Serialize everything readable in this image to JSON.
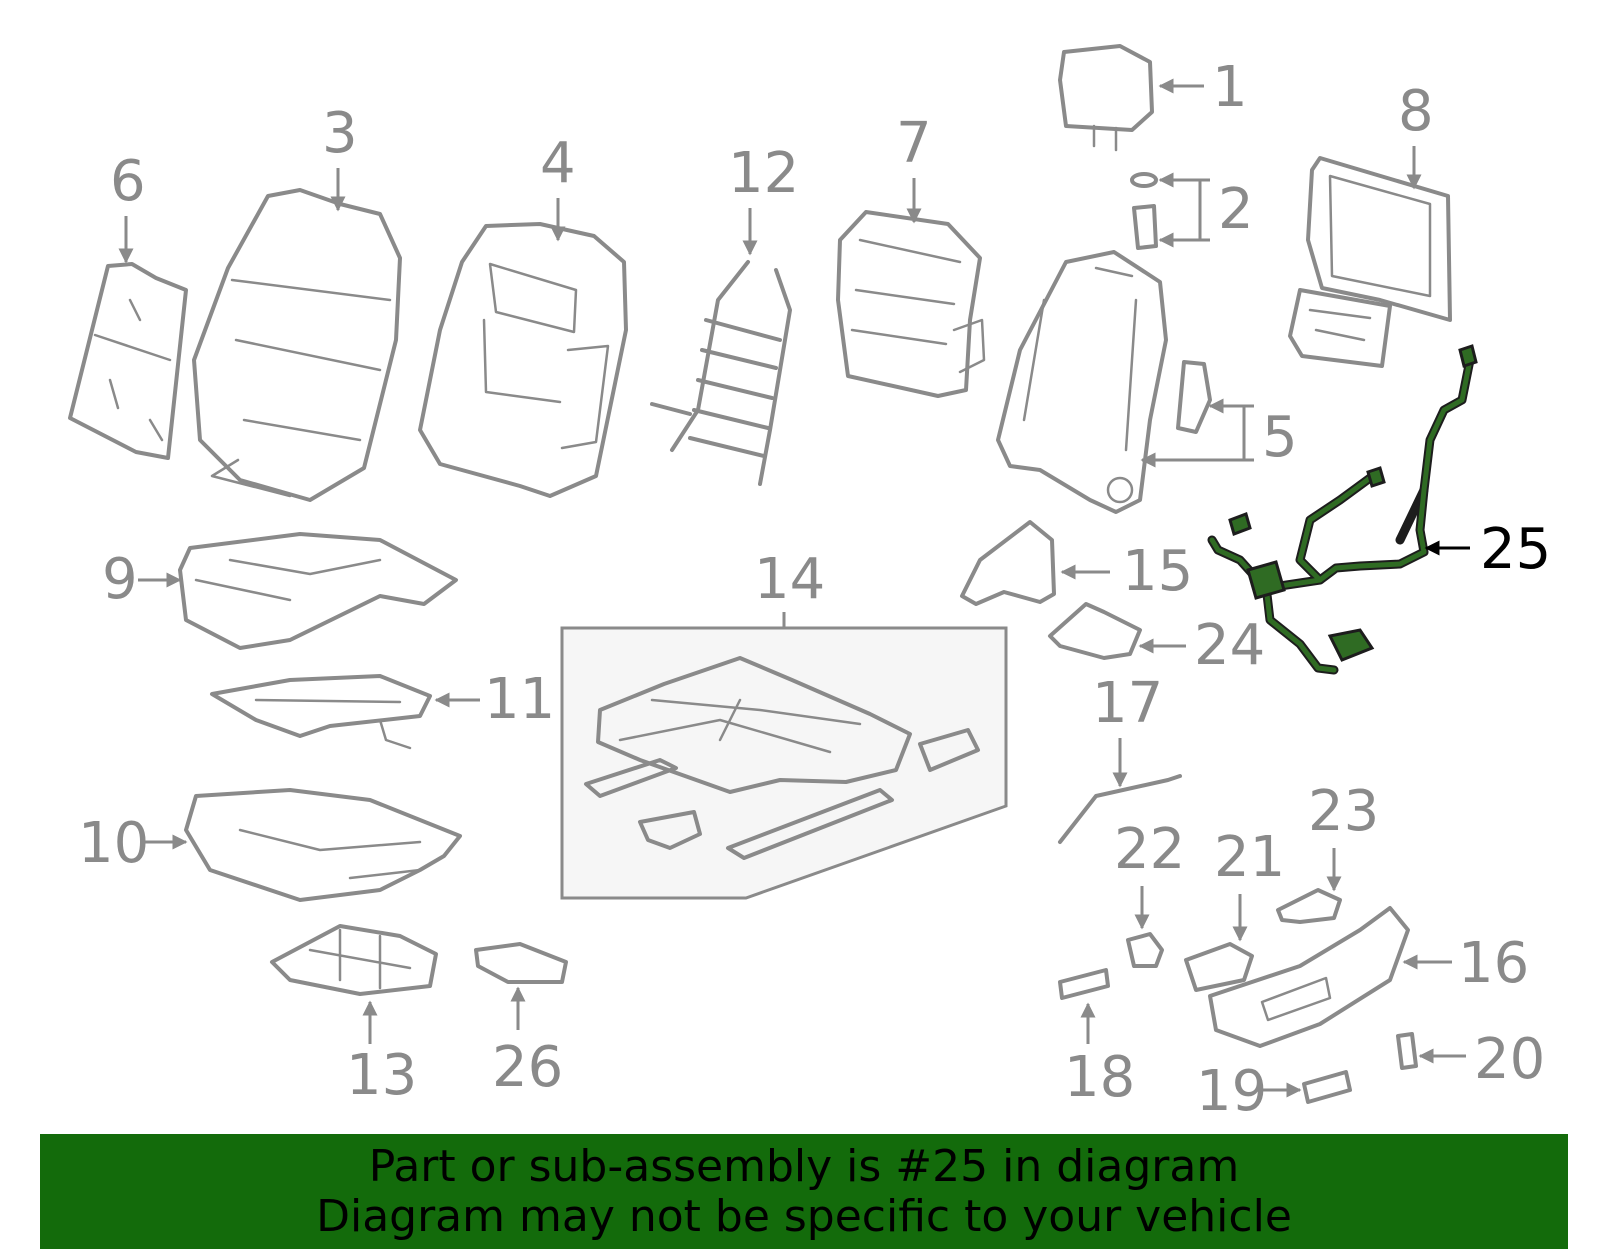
{
  "diagram": {
    "highlighted_part": "25",
    "callouts": {
      "c1": "1",
      "c2": "2",
      "c3": "3",
      "c4": "4",
      "c5": "5",
      "c6": "6",
      "c7": "7",
      "c8": "8",
      "c9": "9",
      "c10": "10",
      "c11": "11",
      "c12": "12",
      "c13": "13",
      "c14": "14",
      "c15": "15",
      "c16": "16",
      "c17": "17",
      "c18": "18",
      "c19": "19",
      "c20": "20",
      "c21": "21",
      "c22": "22",
      "c23": "23",
      "c24": "24",
      "c25": "25",
      "c26": "26"
    },
    "colors": {
      "line_art": "#8a8a8a",
      "highlight": "#2f6b23",
      "banner": "#136b0b",
      "label_text": "#000000"
    }
  },
  "banner": {
    "line1": "Part or sub-assembly is #25 in diagram",
    "line2": "Diagram may not be specific to your vehicle"
  }
}
